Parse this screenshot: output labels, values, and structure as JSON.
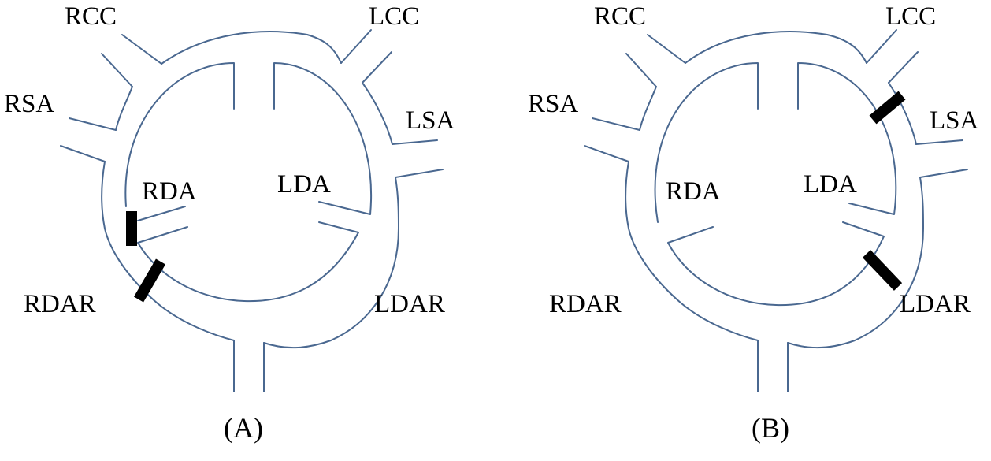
{
  "panels": [
    {
      "caption": "(A)",
      "labels": {
        "rcc": "RCC",
        "lcc": "LCC",
        "rsa": "RSA",
        "lsa": "LSA",
        "rda": "RDA",
        "lda": "LDA",
        "rdar": "RDAR",
        "ldar": "LDAR"
      },
      "ligations": [
        "RDA",
        "RDAR"
      ]
    },
    {
      "caption": "(B)",
      "labels": {
        "rcc": "RCC",
        "lcc": "LCC",
        "rsa": "RSA",
        "lsa": "LSA",
        "rda": "RDA",
        "lda": "LDA",
        "rdar": "RDAR",
        "ldar": "LDAR"
      },
      "ligations": [
        "LSA",
        "LDAR"
      ]
    }
  ],
  "colors": {
    "vessel": "#4a6890",
    "ligation": "#000000",
    "text": "#000000"
  }
}
